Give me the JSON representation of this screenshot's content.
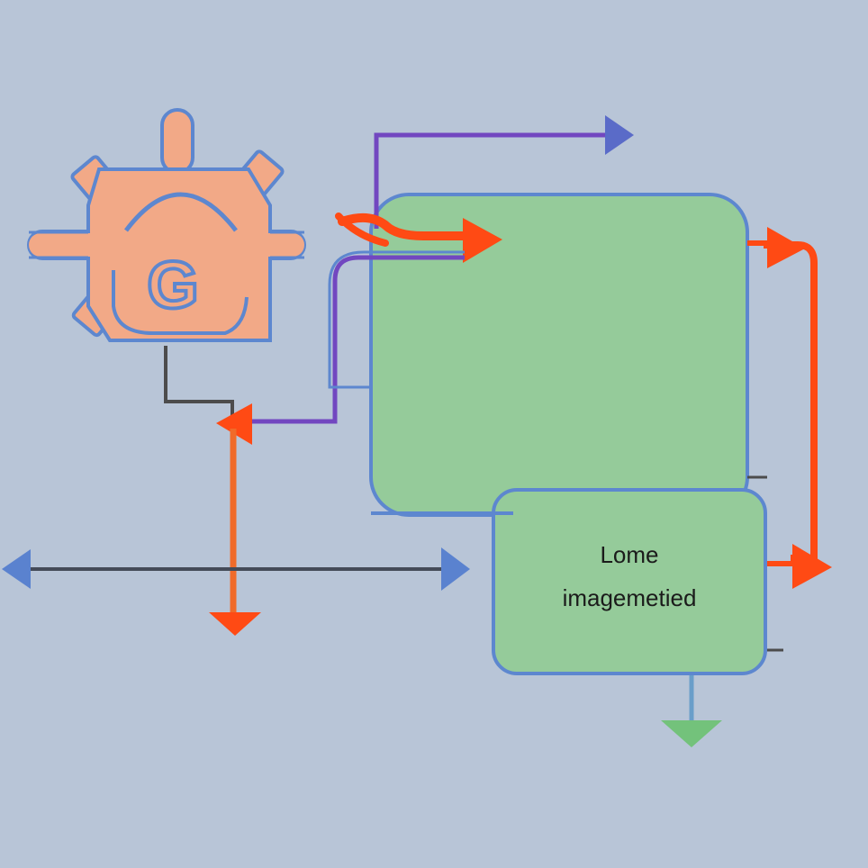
{
  "diagram": {
    "text_box": {
      "line1": "Lome",
      "line2": "imagemetied"
    },
    "gear_icon": {
      "name": "gear-g-icon",
      "glyph": "G"
    },
    "colors": {
      "background": "#b8c5d7",
      "gear_fill": "#f2a987",
      "gear_stroke": "#5d87cf",
      "box_fill": "#95cb9a",
      "box_stroke": "#5d87cf",
      "orange_arrow": "#ff4a14",
      "purple_line": "#7247c0",
      "blue_arrow": "#5a82cf",
      "dark_line": "#4c4c4c",
      "green_arrow": "#73c27b"
    }
  }
}
